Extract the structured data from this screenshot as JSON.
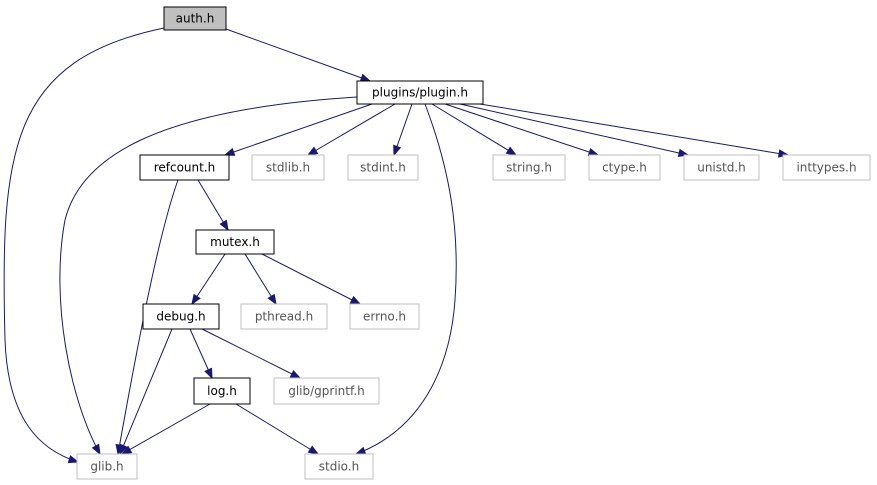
{
  "colors": {
    "edge": "#191970",
    "root_fill": "#bfbfbf",
    "documented_border": "#000000",
    "external_border": "#bfbfbf",
    "external_text": "#555555"
  },
  "nodes": {
    "auth_h": "auth.h",
    "plugins_plugin_h": "plugins/plugin.h",
    "refcount_h": "refcount.h",
    "stdlib_h": "stdlib.h",
    "stdint_h": "stdint.h",
    "string_h": "string.h",
    "ctype_h": "ctype.h",
    "unistd_h": "unistd.h",
    "inttypes_h": "inttypes.h",
    "mutex_h": "mutex.h",
    "debug_h": "debug.h",
    "pthread_h": "pthread.h",
    "errno_h": "errno.h",
    "log_h": "log.h",
    "glib_gprintf_h": "glib/gprintf.h",
    "glib_h": "glib.h",
    "stdio_h": "stdio.h"
  }
}
